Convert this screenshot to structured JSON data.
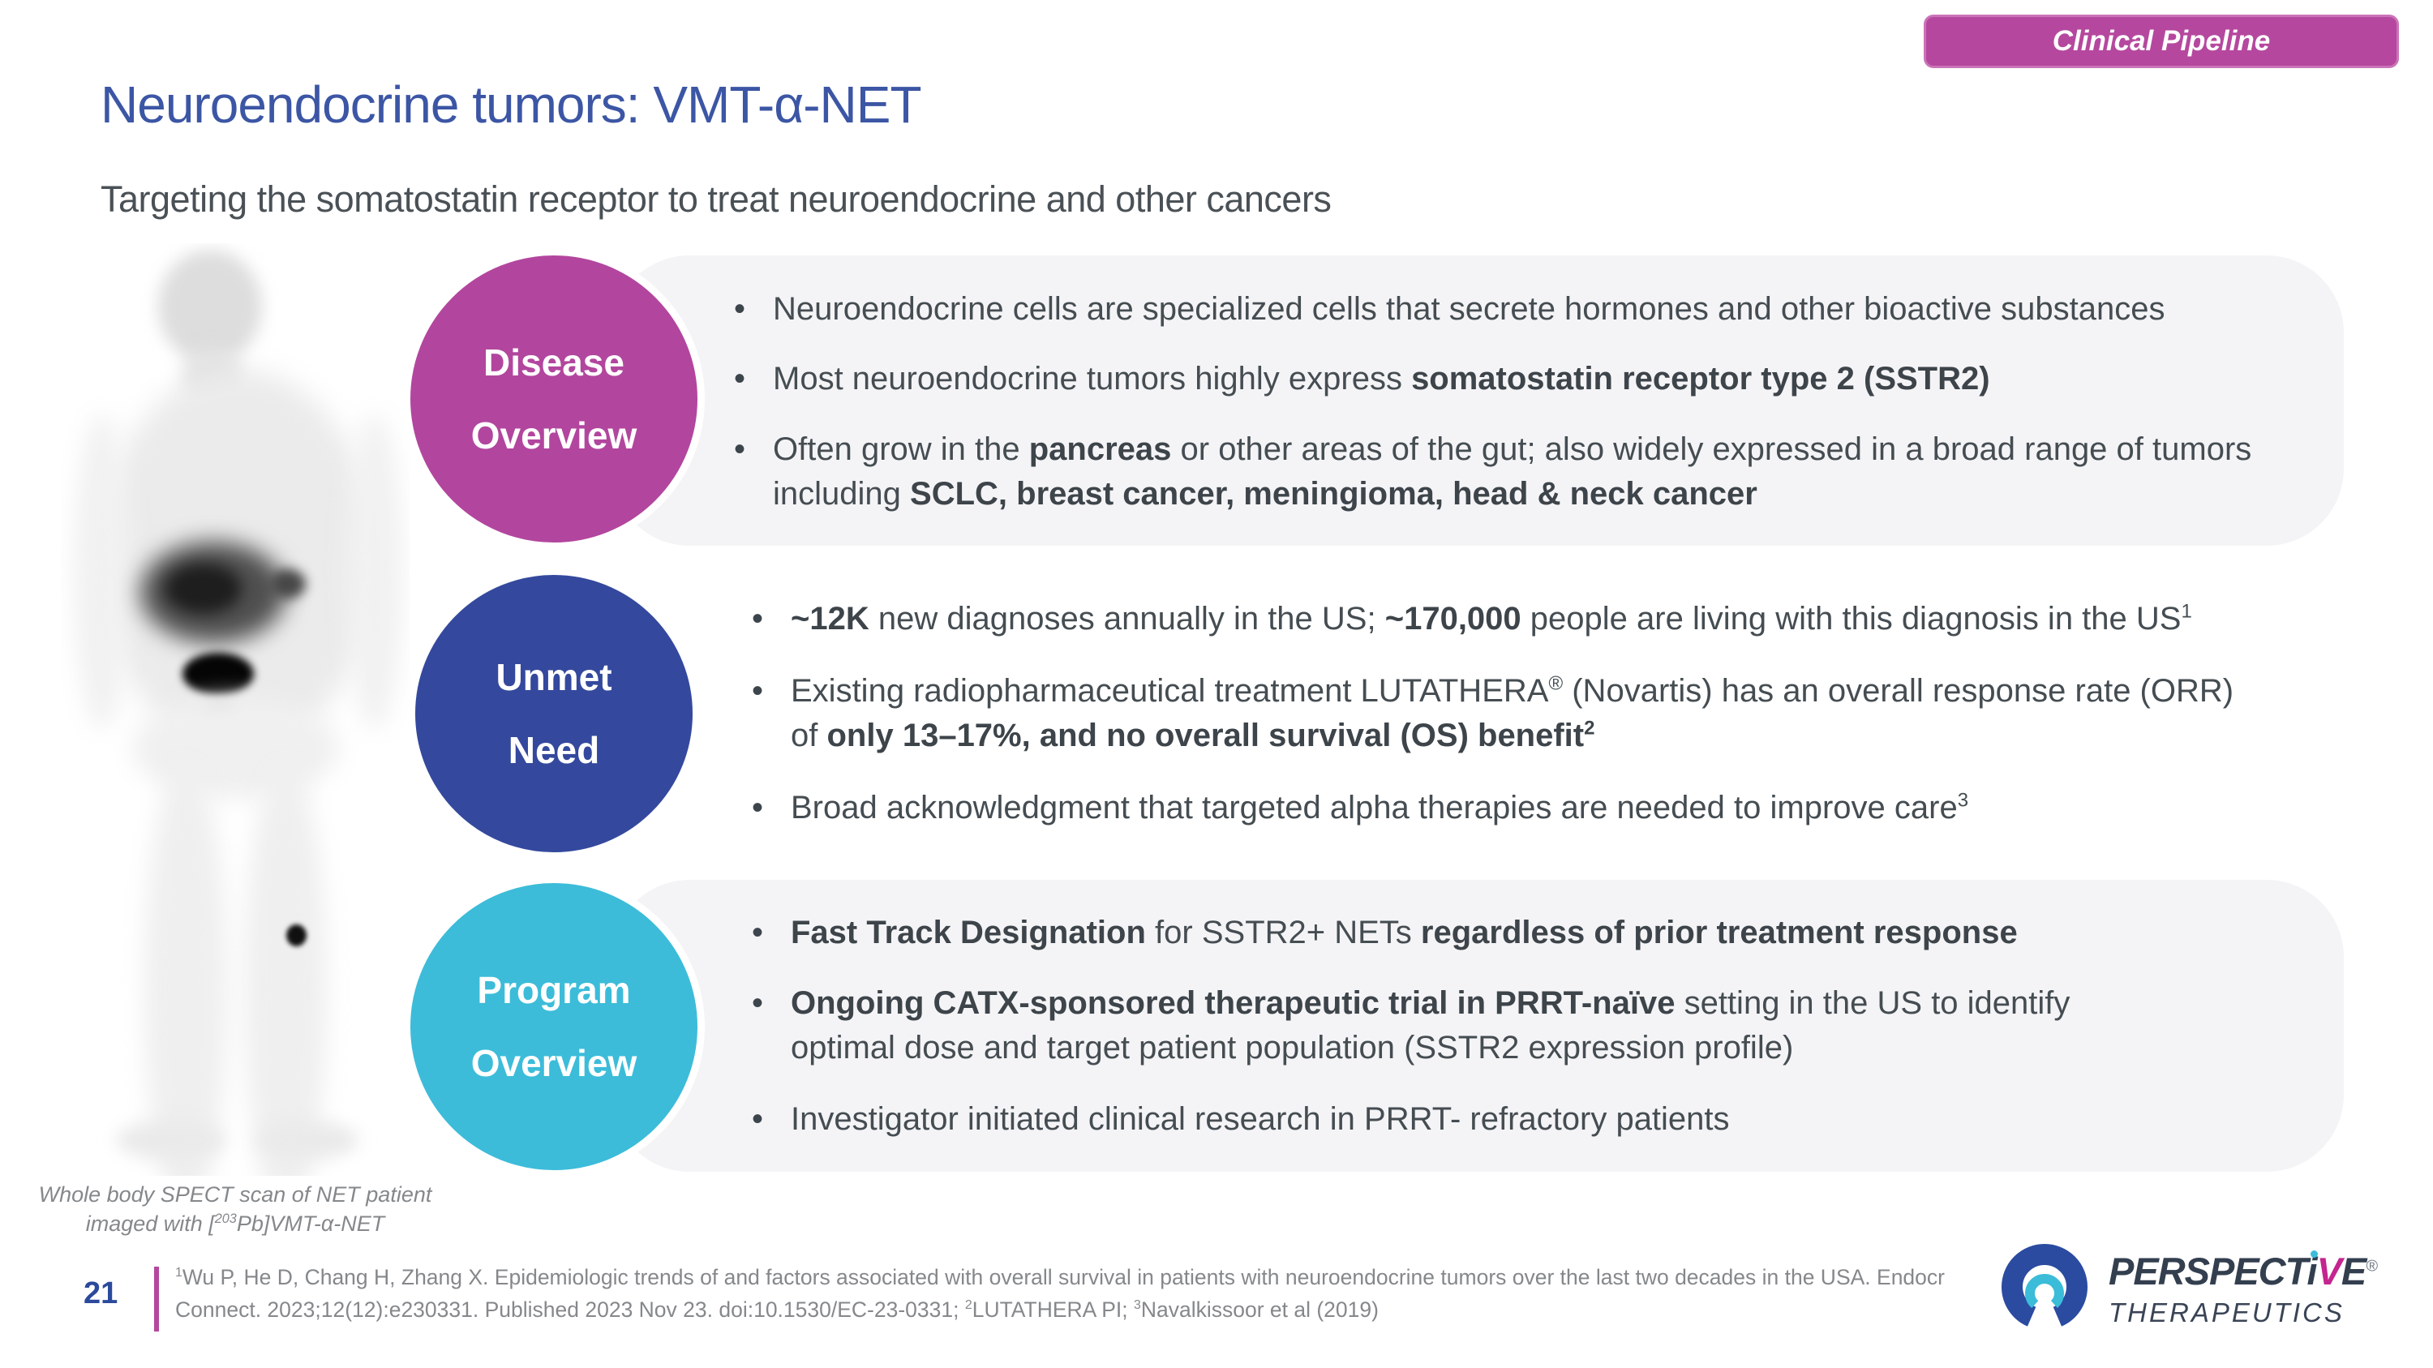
{
  "badge": {
    "label": "Clinical Pipeline"
  },
  "header": {
    "title": "Neuroendocrine tumors: VMT-α-NET",
    "subtitle": "Targeting the somatostatin receptor to treat neuroendocrine and other cancers"
  },
  "scan": {
    "caption_line1": "Whole body SPECT scan of NET patient",
    "caption_line2": [
      {
        "t": "imaged with ["
      },
      {
        "t": "203",
        "sup": true
      },
      {
        "t": "Pb]VMT-"
      },
      {
        "t": "α",
        "i": true
      },
      {
        "t": "-NET"
      }
    ]
  },
  "sections": [
    {
      "id": "disease-overview",
      "circle": {
        "line1": "Disease",
        "line2": "Overview",
        "color": "#b2469e"
      },
      "bullets": [
        [
          {
            "t": "Neuroendocrine cells are specialized cells that secrete hormones and other bioactive substances"
          }
        ],
        [
          {
            "t": "Most neuroendocrine tumors highly express "
          },
          {
            "t": "somatostatin receptor type 2 (SSTR2)",
            "b": true
          }
        ],
        [
          {
            "t": "Often grow in the "
          },
          {
            "t": "pancreas",
            "b": true
          },
          {
            "t": " or other areas of the gut; also widely expressed in a broad range of tumors including "
          },
          {
            "t": "SCLC, breast cancer, meningioma, head & neck cancer",
            "b": true
          }
        ]
      ]
    },
    {
      "id": "unmet-need",
      "circle": {
        "line1": "Unmet",
        "line2": "Need",
        "color": "#34499d"
      },
      "bullets": [
        [
          {
            "t": "~12K",
            "b": true
          },
          {
            "t": " new diagnoses annually in the US; "
          },
          {
            "t": "~170,000",
            "b": true
          },
          {
            "t": " people are living with this diagnosis in the US"
          },
          {
            "t": "1",
            "sup": true
          }
        ],
        [
          {
            "t": "Existing radiopharmaceutical treatment LUTATHERA"
          },
          {
            "t": "®",
            "sup": true
          },
          {
            "t": " (Novartis) has an overall response rate (ORR) of "
          },
          {
            "t": "only 13–17%, and no overall survival (OS) benefit",
            "b": true
          },
          {
            "t": "2",
            "b": true,
            "sup": true
          }
        ],
        [
          {
            "t": "Broad acknowledgment that targeted alpha therapies are needed to improve care"
          },
          {
            "t": "3",
            "sup": true
          }
        ]
      ]
    },
    {
      "id": "program-overview",
      "circle": {
        "line1": "Program",
        "line2": "Overview",
        "color": "#3cbcd9"
      },
      "bullets": [
        [
          {
            "t": "Fast Track Designation",
            "b": true
          },
          {
            "t": " for SSTR2+ NETs "
          },
          {
            "t": "regardless of prior treatment response",
            "b": true
          }
        ],
        [
          {
            "t": "Ongoing CATX-sponsored therapeutic trial in PRRT-naïve",
            "b": true
          },
          {
            "t": " setting in the US to identify optimal dose and target patient population (SSTR2 expression profile)"
          }
        ],
        [
          {
            "t": "Investigator initiated clinical research in PRRT- refractory patients"
          }
        ]
      ]
    }
  ],
  "footer": {
    "page_number": "21",
    "footnote_line1": [
      {
        "t": "1",
        "sup": true
      },
      {
        "t": "Wu P, He D, Chang H, Zhang X. Epidemiologic trends of and factors associated with overall survival in patients with neuroendocrine tumors over the last two decades in the USA. Endocr"
      }
    ],
    "footnote_line2": [
      {
        "t": "Connect. 2023;12(12):e230331. Published 2023 Nov 23. doi:10.1530/EC-23-0331;  "
      },
      {
        "t": "2",
        "sup": true
      },
      {
        "t": "LUTATHERA PI;  "
      },
      {
        "t": "3",
        "sup": true
      },
      {
        "t": "Navalkissoor et al (2019)"
      }
    ]
  },
  "logo": {
    "brand": [
      {
        "t": "PERSPECT"
      },
      {
        "t": "i",
        "c": "idot"
      },
      {
        "t": "V",
        "c": "vpink"
      },
      {
        "t": "E"
      },
      {
        "t": "®",
        "c": "rsup"
      }
    ],
    "subtext": "THERAPEUTICS"
  },
  "colors": {
    "accent_magenta": "#b5489e",
    "circle_magenta": "#b2469e",
    "circle_blue": "#34499d",
    "circle_cyan": "#3cbcd9",
    "title_blue": "#3c56a5",
    "body_text": "#454d52",
    "panel_gray": "#f4f4f6",
    "footnote_gray": "#85888b",
    "logo_navy": "#333f4f",
    "logo_pink_v": "#c4258f"
  }
}
